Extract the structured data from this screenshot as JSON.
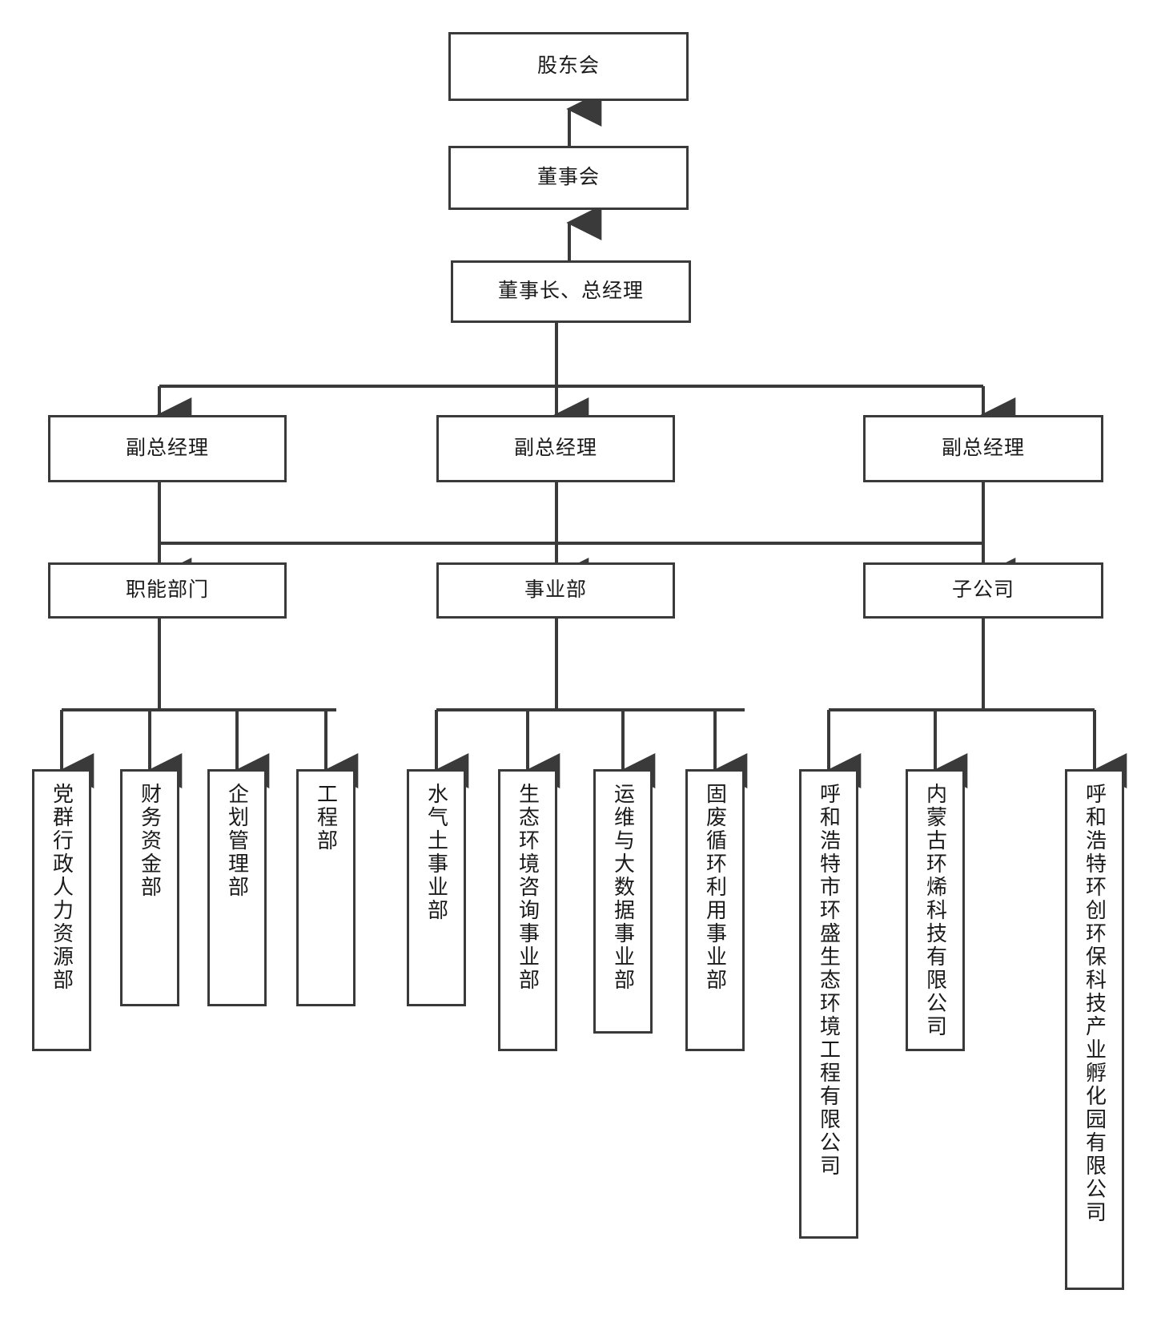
{
  "chart_data": {
    "type": "diagram",
    "diagram_kind": "organizational-chart",
    "title": "",
    "orientation": "top-down",
    "edge_style": "orthogonal-arrow",
    "colors": {
      "box_border": "#3a3a3a",
      "box_fill": "#ffffff",
      "line": "#3a3a3a",
      "text": "#1a1a1a",
      "background": "#ffffff"
    },
    "levels": [
      {
        "level": 1,
        "nodes": [
          "股东会"
        ]
      },
      {
        "level": 2,
        "nodes": [
          "董事会"
        ]
      },
      {
        "level": 3,
        "nodes": [
          "董事长、总经理"
        ]
      },
      {
        "level": 4,
        "nodes": [
          "副总经理",
          "副总经理",
          "副总经理"
        ]
      },
      {
        "level": 5,
        "nodes": [
          "职能部门",
          "事业部",
          "子公司"
        ]
      },
      {
        "level": 6,
        "nodes": [
          "党群行政人力资源部",
          "财务资金部",
          "企划管理部",
          "工程部",
          "水气土事业部",
          "生态环境咨询事业部",
          "运维与大数据事业部",
          "固废循环利用事业部",
          "呼和浩特市环盛生态环境工程有限公司",
          "内蒙古环烯科技有限公司",
          "呼和浩特环创环保科技产业孵化园有限公司"
        ]
      }
    ],
    "edges": [
      {
        "from": "董事长、总经理",
        "to": "董事会",
        "direction": "up"
      },
      {
        "from": "董事会",
        "to": "股东会",
        "direction": "up"
      },
      {
        "from": "董事长、总经理",
        "to": "副总经理",
        "direction": "down"
      },
      {
        "from": "副总经理",
        "to": "职能部门",
        "direction": "down"
      },
      {
        "from": "副总经理",
        "to": "事业部",
        "direction": "down"
      },
      {
        "from": "副总经理",
        "to": "子公司",
        "direction": "down"
      },
      {
        "from": "职能部门",
        "to": "党群行政人力资源部",
        "direction": "down"
      },
      {
        "from": "职能部门",
        "to": "财务资金部",
        "direction": "down"
      },
      {
        "from": "职能部门",
        "to": "企划管理部",
        "direction": "down"
      },
      {
        "from": "职能部门",
        "to": "工程部",
        "direction": "down"
      },
      {
        "from": "事业部",
        "to": "水气土事业部",
        "direction": "down"
      },
      {
        "from": "事业部",
        "to": "生态环境咨询事业部",
        "direction": "down"
      },
      {
        "from": "事业部",
        "to": "运维与大数据事业部",
        "direction": "down"
      },
      {
        "from": "事业部",
        "to": "固废循环利用事业部",
        "direction": "down"
      },
      {
        "from": "子公司",
        "to": "呼和浩特市环盛生态环境工程有限公司",
        "direction": "down"
      },
      {
        "from": "子公司",
        "to": "内蒙古环烯科技有限公司",
        "direction": "down"
      },
      {
        "from": "子公司",
        "to": "呼和浩特环创环保科技产业孵化园有限公司",
        "direction": "down"
      }
    ]
  },
  "nodes": {
    "shareholders_meeting": "股东会",
    "board_of_directors": "董事会",
    "chairman_gm": "董事长、总经理",
    "deputy_gm_1": "副总经理",
    "deputy_gm_2": "副总经理",
    "deputy_gm_3": "副总经理",
    "functional_depts": "职能部门",
    "business_units": "事业部",
    "subsidiaries": "子公司",
    "dept_party_hr": "党群行政人力资源部",
    "dept_finance": "财务资金部",
    "dept_planning": "企划管理部",
    "dept_engineering": "工程部",
    "bu_water_air_soil": "水气土事业部",
    "bu_eco_consulting": "生态环境咨询事业部",
    "bu_om_bigdata": "运维与大数据事业部",
    "bu_solid_waste": "固废循环利用事业部",
    "sub_huansheng": "呼和浩特市环盛生态环境工程有限公司",
    "sub_huanxi": "内蒙古环烯科技有限公司",
    "sub_huanchuang": "呼和浩特环创环保科技产业孵化园有限公司"
  }
}
